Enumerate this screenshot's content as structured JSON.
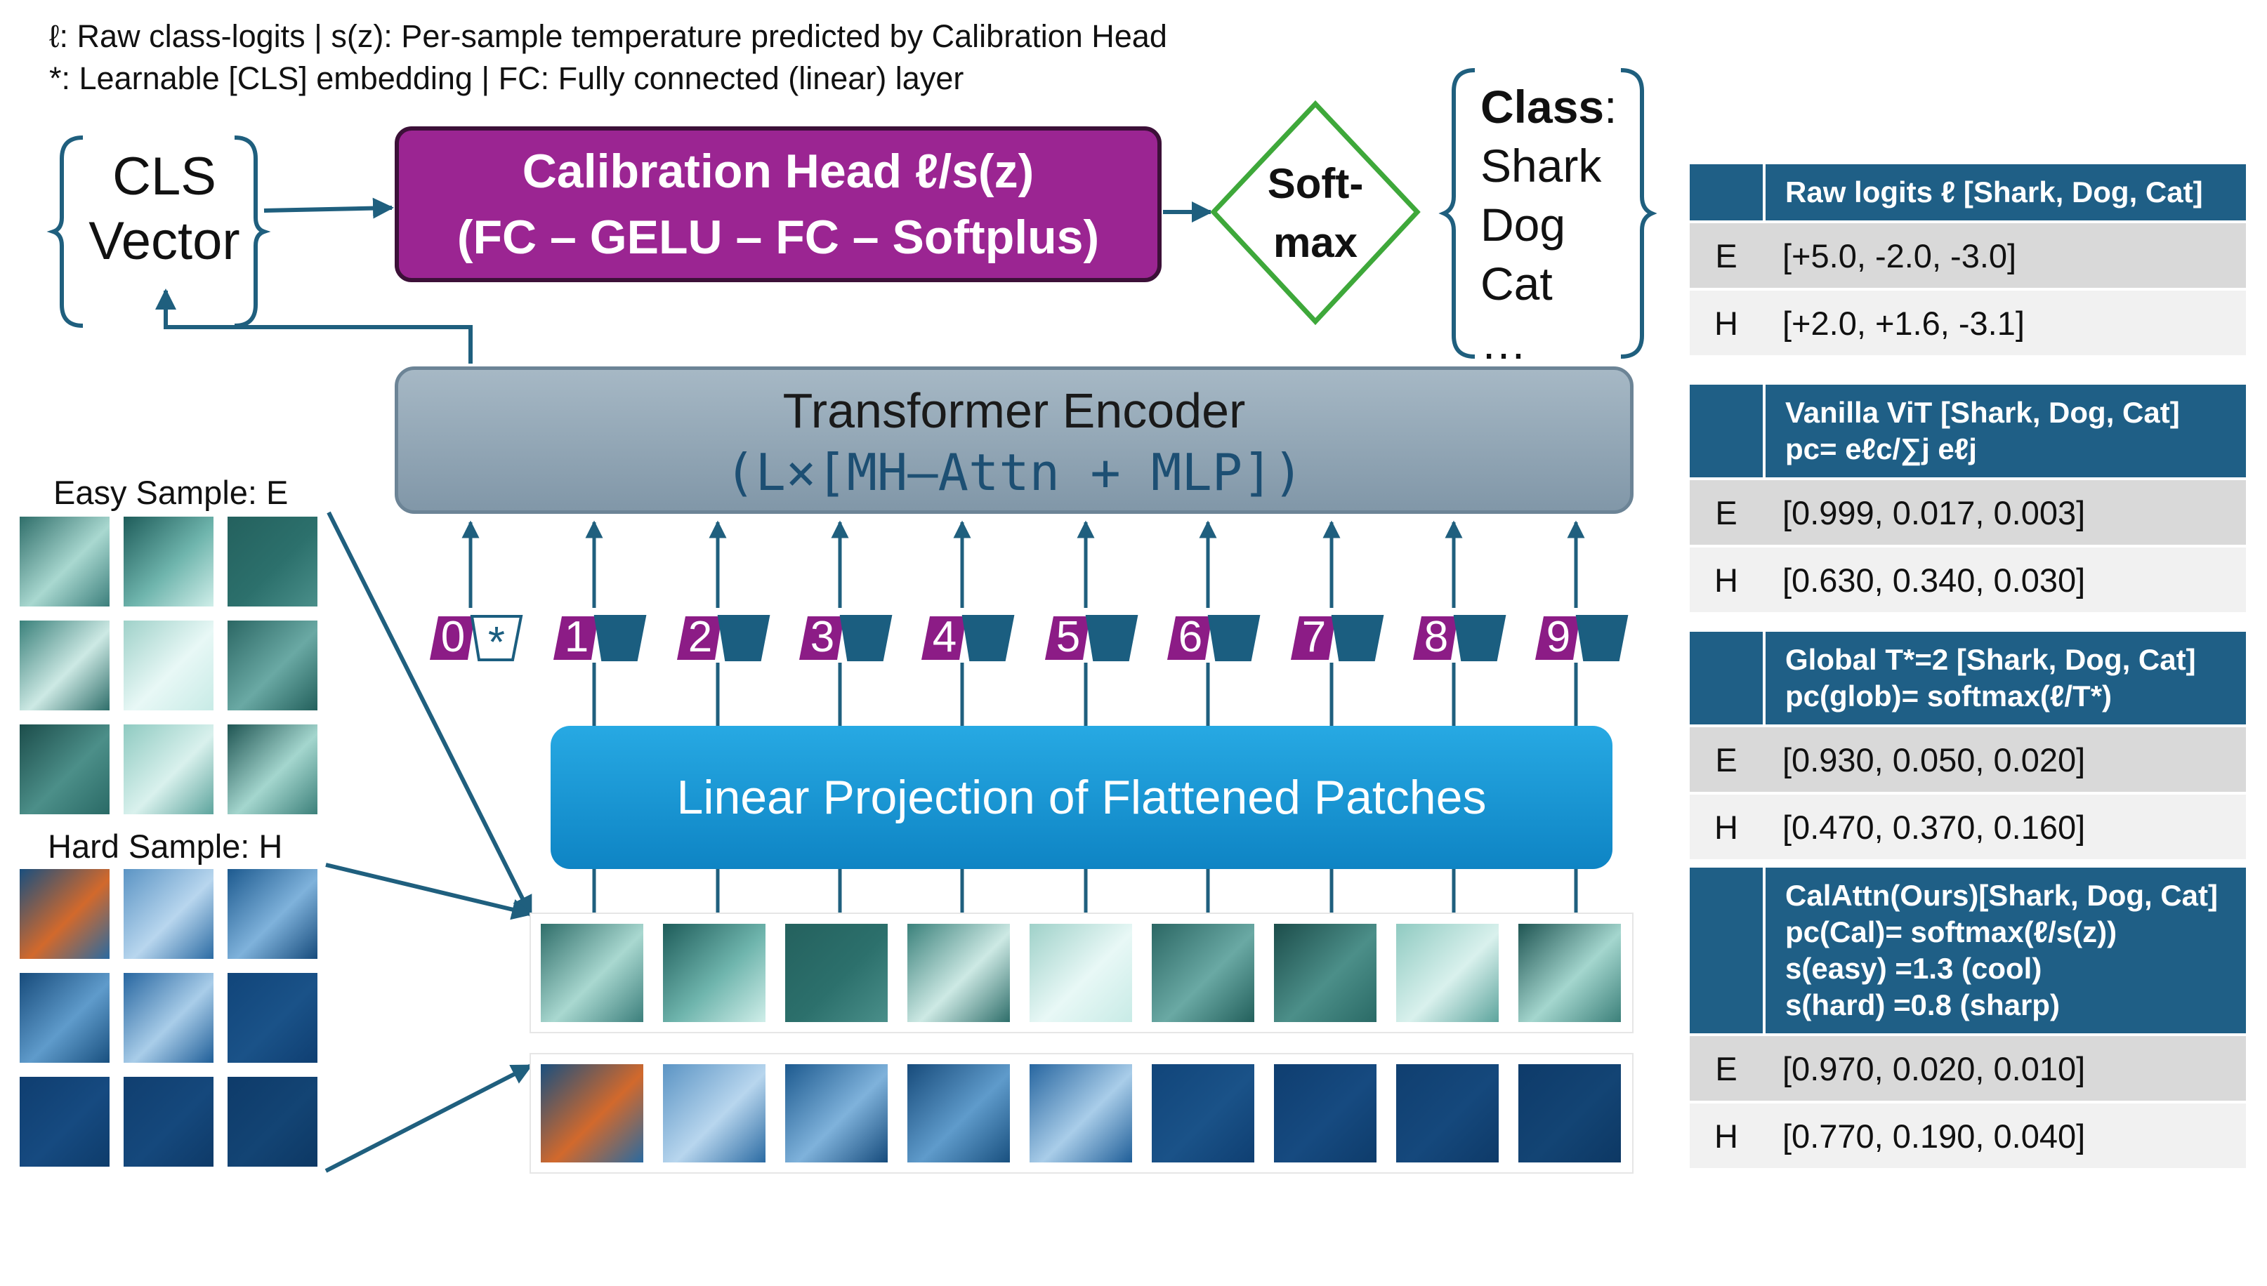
{
  "legend": {
    "line1": "ℓ: Raw class-logits | s(z): Per-sample temperature predicted by Calibration Head",
    "line2": "*: Learnable [CLS] embedding | FC: Fully connected (linear) layer"
  },
  "cls_vector": {
    "line1": "CLS",
    "line2": "Vector"
  },
  "calibration_head": {
    "line1": "Calibration Head ℓ/s(z)",
    "line2": "(FC – GELU – FC – Softplus)"
  },
  "softmax": {
    "line1": "Soft-",
    "line2": "max"
  },
  "classes": {
    "title": "Class",
    "colon": ":",
    "items": [
      "Shark",
      "Dog",
      "Cat",
      "…"
    ]
  },
  "transformer": {
    "title": "Transformer Encoder",
    "formula": "(L×[MH–Attn + MLP])"
  },
  "linear_projection": {
    "label": "Linear Projection of Flattened Patches"
  },
  "tokens": [
    "0",
    "1",
    "2",
    "3",
    "4",
    "5",
    "6",
    "7",
    "8",
    "9"
  ],
  "cls_marker": "*",
  "samples": {
    "easy_label": "Easy Sample: E",
    "hard_label": "Hard Sample: H"
  },
  "colors": {
    "calib_fill": "#9b2592",
    "token_purple": "#8c1c86",
    "token_teal": "#1b5e80",
    "arrow": "#1f5f7e",
    "table_header": "#1f5f86",
    "softmax_border": "#3ea83a"
  },
  "tables": [
    {
      "header": "Raw logits ℓ [Shark, Dog, Cat]",
      "header2": "",
      "rows": [
        {
          "k": "E",
          "v": "[+5.0, -2.0, -3.0]"
        },
        {
          "k": "H",
          "v": "[+2.0, +1.6, -3.1]"
        }
      ]
    },
    {
      "header": "Vanilla ViT [Shark, Dog, Cat]",
      "header2": "pc= eℓc/∑j eℓj",
      "rows": [
        {
          "k": "E",
          "v": "[0.999, 0.017, 0.003]"
        },
        {
          "k": "H",
          "v": "[0.630, 0.340, 0.030]"
        }
      ]
    },
    {
      "header": "Global T*=2  [Shark, Dog, Cat]",
      "header2": "pc(glob)= softmax(ℓ/T*)",
      "rows": [
        {
          "k": "E",
          "v": "[0.930, 0.050, 0.020]"
        },
        {
          "k": "H",
          "v": "[0.470, 0.370, 0.160]"
        }
      ]
    },
    {
      "header": "CalAttn(Ours)[Shark, Dog, Cat]",
      "header2": "pc(Cal)= softmax(ℓ/s(z))",
      "header3": "s(easy) =1.3 (cool)",
      "header4": "s(hard) =0.8 (sharp)",
      "rows": [
        {
          "k": "E",
          "v": "[0.970, 0.020, 0.010]"
        },
        {
          "k": "H",
          "v": "[0.770, 0.190, 0.040]"
        }
      ]
    }
  ]
}
